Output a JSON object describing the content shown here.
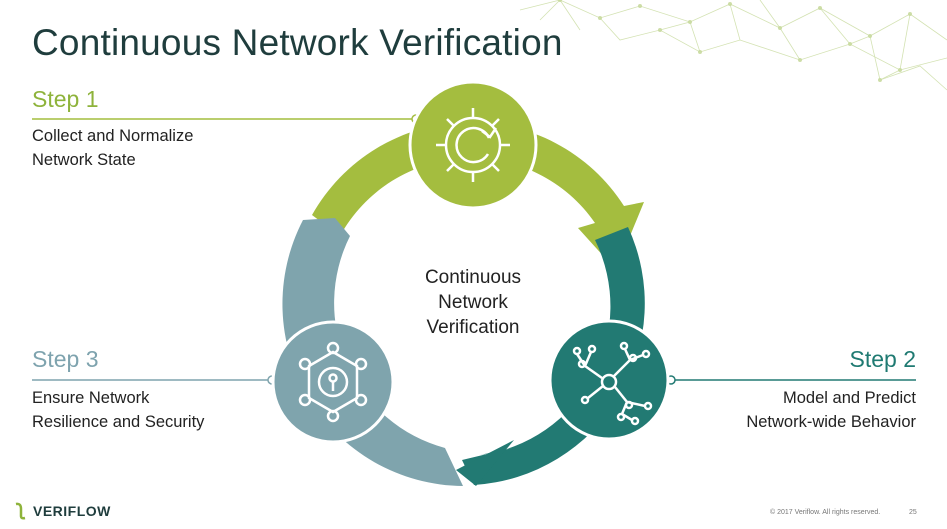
{
  "title": "Continuous Network Verification",
  "center_label": [
    "Continuous",
    "Network",
    "Verification"
  ],
  "steps": [
    {
      "heading": "Step 1",
      "lines": [
        "Collect and Normalize",
        "Network State"
      ],
      "icon": "gear-refresh-icon",
      "color": "#a4bd3f"
    },
    {
      "heading": "Step 2",
      "lines": [
        "Model and Predict",
        "Network-wide Behavior"
      ],
      "icon": "network-graph-icon",
      "color": "#227a73"
    },
    {
      "heading": "Step 3",
      "lines": [
        "Ensure Network",
        "Resilience and Security"
      ],
      "icon": "secure-network-icon",
      "color": "#7fa4ad"
    }
  ],
  "footer": {
    "brand": "VERIFLOW",
    "copyright": "© 2017  Veriflow. All rights reserved.",
    "page": "25"
  }
}
